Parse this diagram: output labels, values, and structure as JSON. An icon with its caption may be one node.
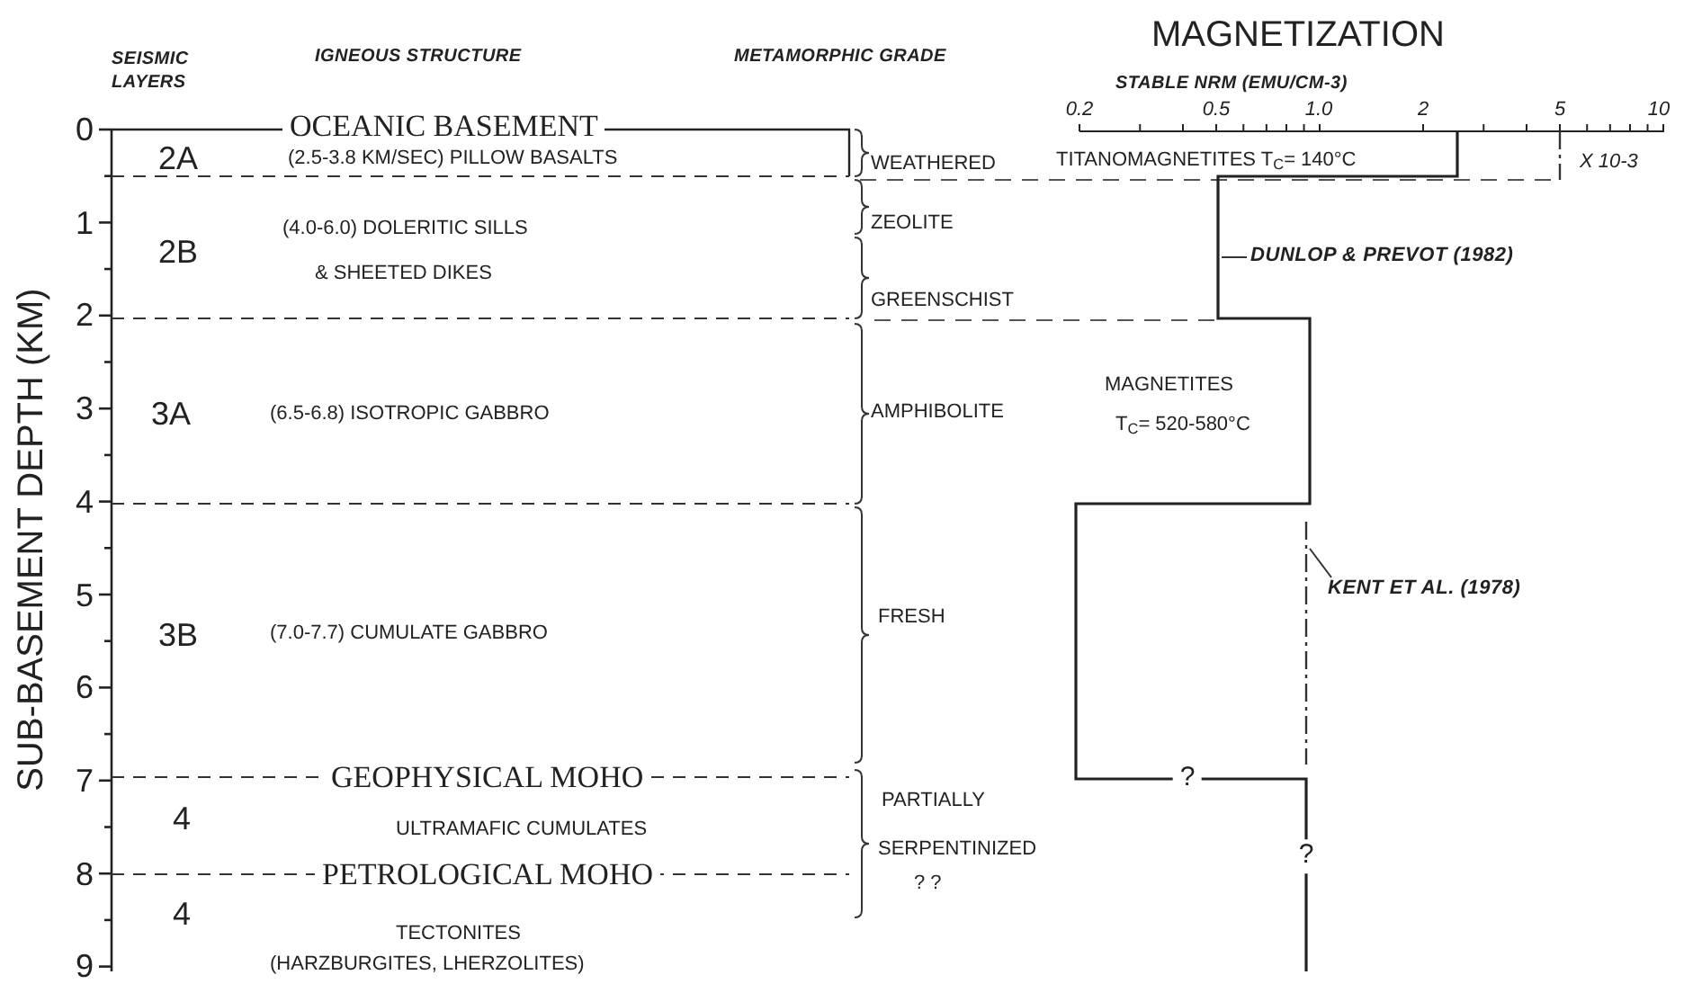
{
  "diagram": {
    "nodes": [
      {
        "text": [
          "DUNLOP & PREVOT (1982)"
        ]
      },
      {
        "text": [
          "KENT ET AL. (1978)"
        ]
      }
    ],
    "edges": [
      {
        "from": 0,
        "to": null,
        "arrow": "none"
      },
      {
        "from": 1,
        "to": null,
        "arrow": "none"
      }
    ],
    "labels": [
      "SEISMIC LAYERS",
      "IGNEOUS STRUCTURE",
      "METAMORPHIC GRADE",
      "MAGNETIZATION",
      "STABLE NRM (EMU/CM-3)",
      "0.2",
      "0.5",
      "1.0",
      "2",
      "5",
      "10",
      "0",
      "OCEANIC BASEMENT",
      "2A",
      "(2.5-3.8 KM/SEC) PILLOW BASALTS",
      "WEATHERED",
      "TITANOMAGNETITES T$_{C}$= 140°C",
      "X 10-3",
      "1",
      "2B",
      "(4.0-6.0) DOLERITIC SILLS",
      "ZEOLITE",
      "& SHEETED DIKES",
      "2",
      "GREENSCHIST",
      "SUB-BASEMENT DEPTH (KM)",
      "3",
      "3A",
      "(6.5-6.8) ISOTROPIC GABBRO",
      "AMPHIBOLITE",
      "MAGNETITES",
      "T$_{C}$= 520-580°C",
      "4",
      "5",
      "3B",
      "(7.0-7.7) CUMULATE GABBRO",
      "FRESH",
      "6",
      "7",
      "GEOPHYSICAL MOHO",
      "?",
      "PARTIALLY",
      "4",
      "ULTRAMAFIC CUMULATES",
      "SERPENTINIZED",
      "?",
      "8",
      "PETROLOGICAL MOHO",
      "? ?",
      "4",
      "9",
      "TECTONITES",
      "(HARZBURGITES, LHERZOLITES)"
    ]
  }
}
